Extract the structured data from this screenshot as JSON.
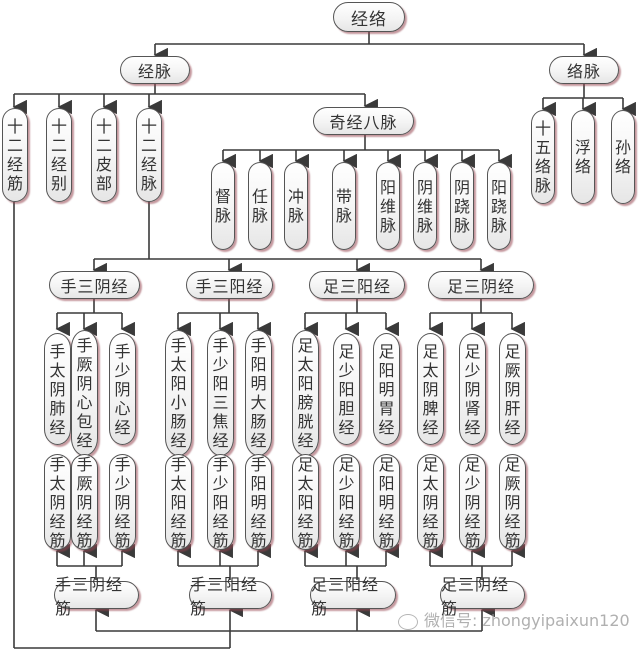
{
  "root": {
    "label": "经络"
  },
  "level1": {
    "jingmai": {
      "label": "经脉"
    },
    "luomai": {
      "label": "络脉"
    }
  },
  "jingmai_children": [
    {
      "label": "十二经筋"
    },
    {
      "label": "十二经别"
    },
    {
      "label": "十二皮部"
    },
    {
      "label": "十二经脉"
    },
    {
      "label": "奇经八脉"
    }
  ],
  "qijing_bamai": [
    {
      "label": "督脉"
    },
    {
      "label": "任脉"
    },
    {
      "label": "冲脉"
    },
    {
      "label": "带脉"
    },
    {
      "label": "阳维脉"
    },
    {
      "label": "阴维脉"
    },
    {
      "label": "阴跷脉"
    },
    {
      "label": "阳跷脉"
    }
  ],
  "luomai_children": [
    {
      "label": "十五络脉"
    },
    {
      "label": "浮络"
    },
    {
      "label": "孙络"
    }
  ],
  "meridian_groups": [
    {
      "label": "手三阴经",
      "members": [
        "手太阴肺经",
        "手厥阴心包经",
        "手少阴心经"
      ]
    },
    {
      "label": "手三阳经",
      "members": [
        "手太阳小肠经",
        "手少阳三焦经",
        "手阳明大肠经"
      ]
    },
    {
      "label": "足三阳经",
      "members": [
        "足太阳膀胱经",
        "足少阳胆经",
        "足阳明胃经"
      ]
    },
    {
      "label": "足三阴经",
      "members": [
        "足太阴脾经",
        "足少阴肾经",
        "足厥阴肝经"
      ]
    }
  ],
  "sinew_groups": [
    {
      "label": "手三阴经筋",
      "members": [
        "手太阴经筋",
        "手厥阴经筋",
        "手少阴经筋"
      ]
    },
    {
      "label": "手三阳经筋",
      "members": [
        "手太阳经筋",
        "手少阳经筋",
        "手阳明经筋"
      ]
    },
    {
      "label": "足三阳经筋",
      "members": [
        "足太阳经筋",
        "足少阳经筋",
        "足阳明经筋"
      ]
    },
    {
      "label": "足三阴经筋",
      "members": [
        "足太阴经筋",
        "足少阴经筋",
        "足厥阴经筋"
      ]
    }
  ],
  "watermark": {
    "text": "微信号: zhongyipaixun120"
  },
  "colors": {
    "line": "#3a3a3a",
    "node_border": "#555555",
    "shadow": "#964650"
  }
}
